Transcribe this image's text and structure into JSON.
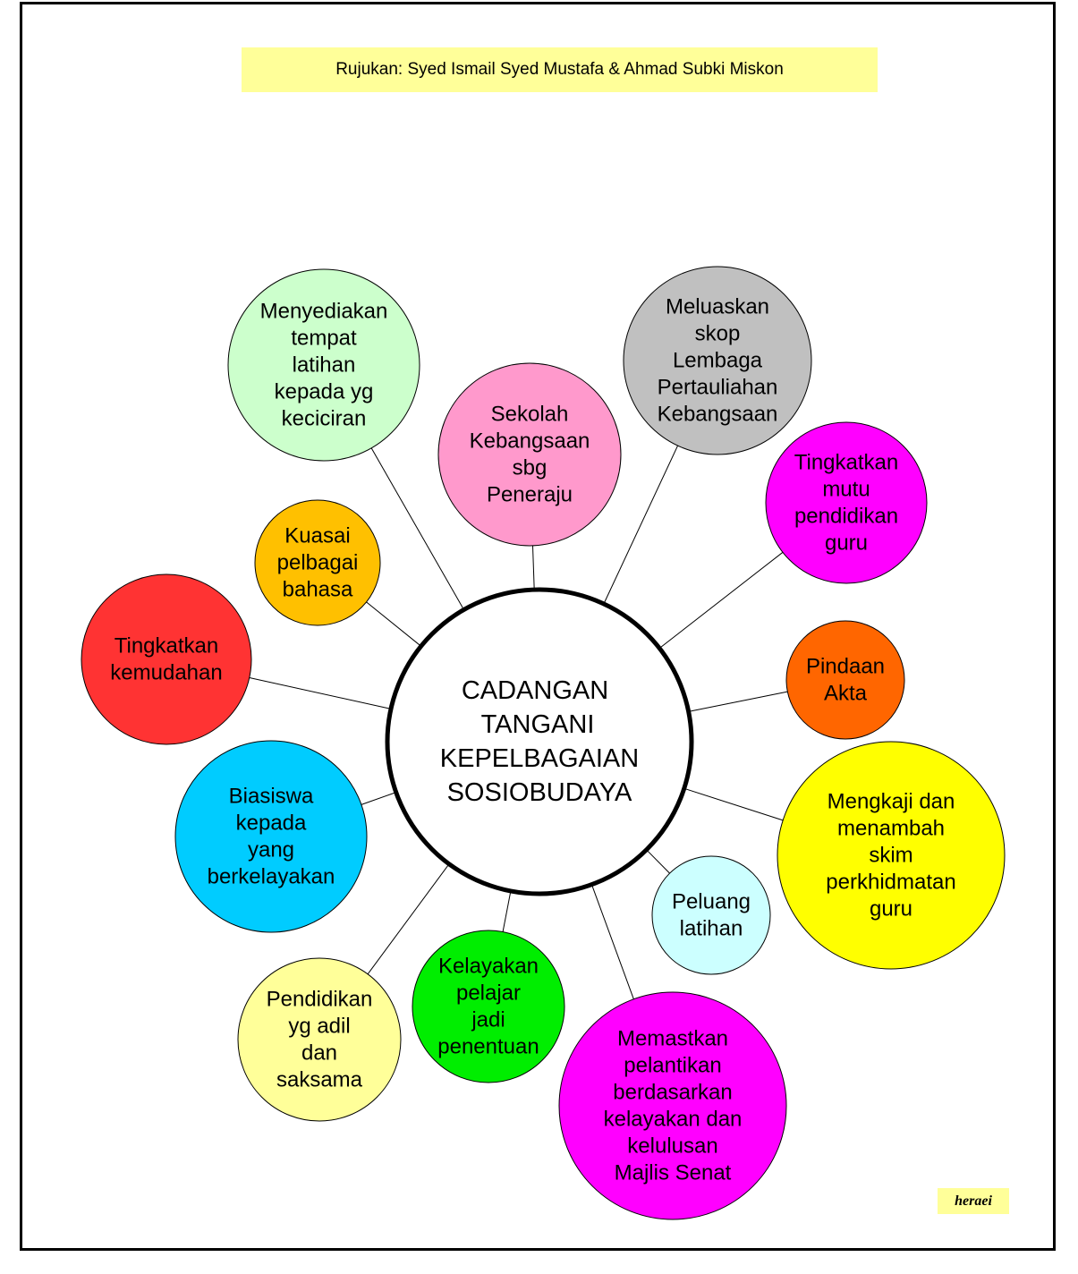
{
  "reference": "Rujukan: Syed Ismail Syed Mustafa & Ahmad Subki Miskon",
  "signature": "heraei",
  "center": {
    "lines": [
      "CADANGAN",
      "TANGANI",
      "KEPELBAGAIAN",
      "SOSIOBUDAYA"
    ],
    "color": "#ffffff"
  },
  "nodes": [
    {
      "id": "menyediakan-tempat-latihan",
      "lines": [
        "Menyediakan",
        "tempat",
        "latihan",
        "kepada yg",
        "keciciran"
      ],
      "color": "#ccffcc"
    },
    {
      "id": "sekolah-kebangsaan",
      "lines": [
        "Sekolah",
        "Kebangsaan",
        "sbg",
        "Peneraju"
      ],
      "color": "#ff99cc"
    },
    {
      "id": "meluaskan-skop",
      "lines": [
        "Meluaskan",
        "skop",
        "Lembaga",
        "Pertauliahan",
        "Kebangsaan"
      ],
      "color": "#c0c0c0"
    },
    {
      "id": "tingkatkan-mutu",
      "lines": [
        "Tingkatkan",
        "mutu",
        "pendidikan",
        "guru"
      ],
      "color": "#ff00ff"
    },
    {
      "id": "kuasai-bahasa",
      "lines": [
        "Kuasai",
        "pelbagai",
        "bahasa"
      ],
      "color": "#ffc000"
    },
    {
      "id": "tingkatkan-kemudahan",
      "lines": [
        "Tingkatkan",
        "kemudahan"
      ],
      "color": "#ff3333"
    },
    {
      "id": "pindaan-akta",
      "lines": [
        "Pindaan",
        "Akta"
      ],
      "color": "#ff6600"
    },
    {
      "id": "biasiswa",
      "lines": [
        "Biasiswa",
        "kepada",
        "yang",
        "berkelayakan"
      ],
      "color": "#00ccff"
    },
    {
      "id": "mengkaji-skim",
      "lines": [
        "Mengkaji dan",
        "menambah",
        "skim",
        "perkhidmatan",
        "guru"
      ],
      "color": "#ffff00"
    },
    {
      "id": "peluang-latihan",
      "lines": [
        "Peluang",
        "latihan"
      ],
      "color": "#ccffff"
    },
    {
      "id": "pendidikan-adil",
      "lines": [
        "Pendidikan",
        "yg adil",
        "dan",
        "saksama"
      ],
      "color": "#ffff99"
    },
    {
      "id": "kelayakan-pelajar",
      "lines": [
        "Kelayakan",
        "pelajar",
        "jadi",
        "penentuan"
      ],
      "color": "#00ee00"
    },
    {
      "id": "memastkan-pelantikan",
      "lines": [
        "Memastkan",
        "pelantikan",
        "berdasarkan",
        "kelayakan dan",
        "kelulusan",
        "Majlis Senat"
      ],
      "color": "#ff00ff"
    }
  ]
}
